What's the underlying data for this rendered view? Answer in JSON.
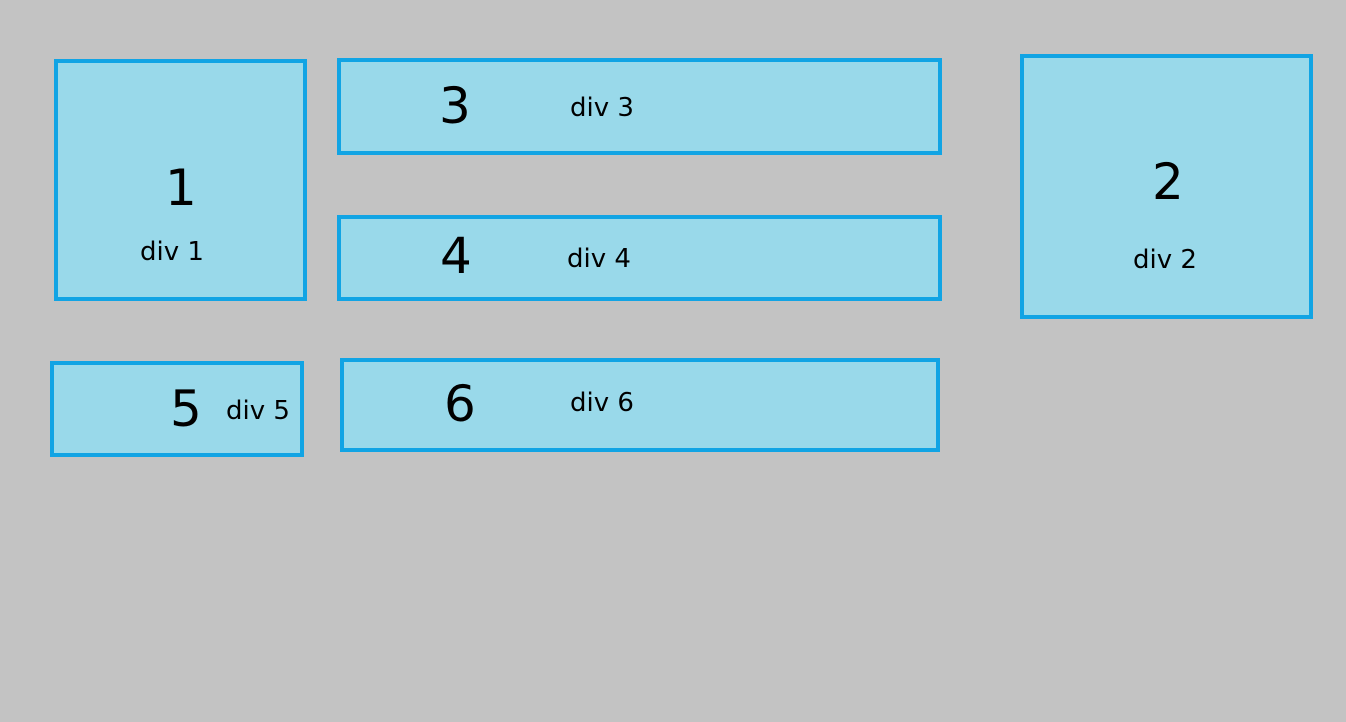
{
  "colors": {
    "background": "#c3c3c3",
    "box_fill": "#99d9ea",
    "box_border": "#11a4e4"
  },
  "boxes": [
    {
      "number": "1",
      "label": "div 1"
    },
    {
      "number": "2",
      "label": "div 2"
    },
    {
      "number": "3",
      "label": "div 3"
    },
    {
      "number": "4",
      "label": "div 4"
    },
    {
      "number": "5",
      "label": "div 5"
    },
    {
      "number": "6",
      "label": "div 6"
    }
  ]
}
